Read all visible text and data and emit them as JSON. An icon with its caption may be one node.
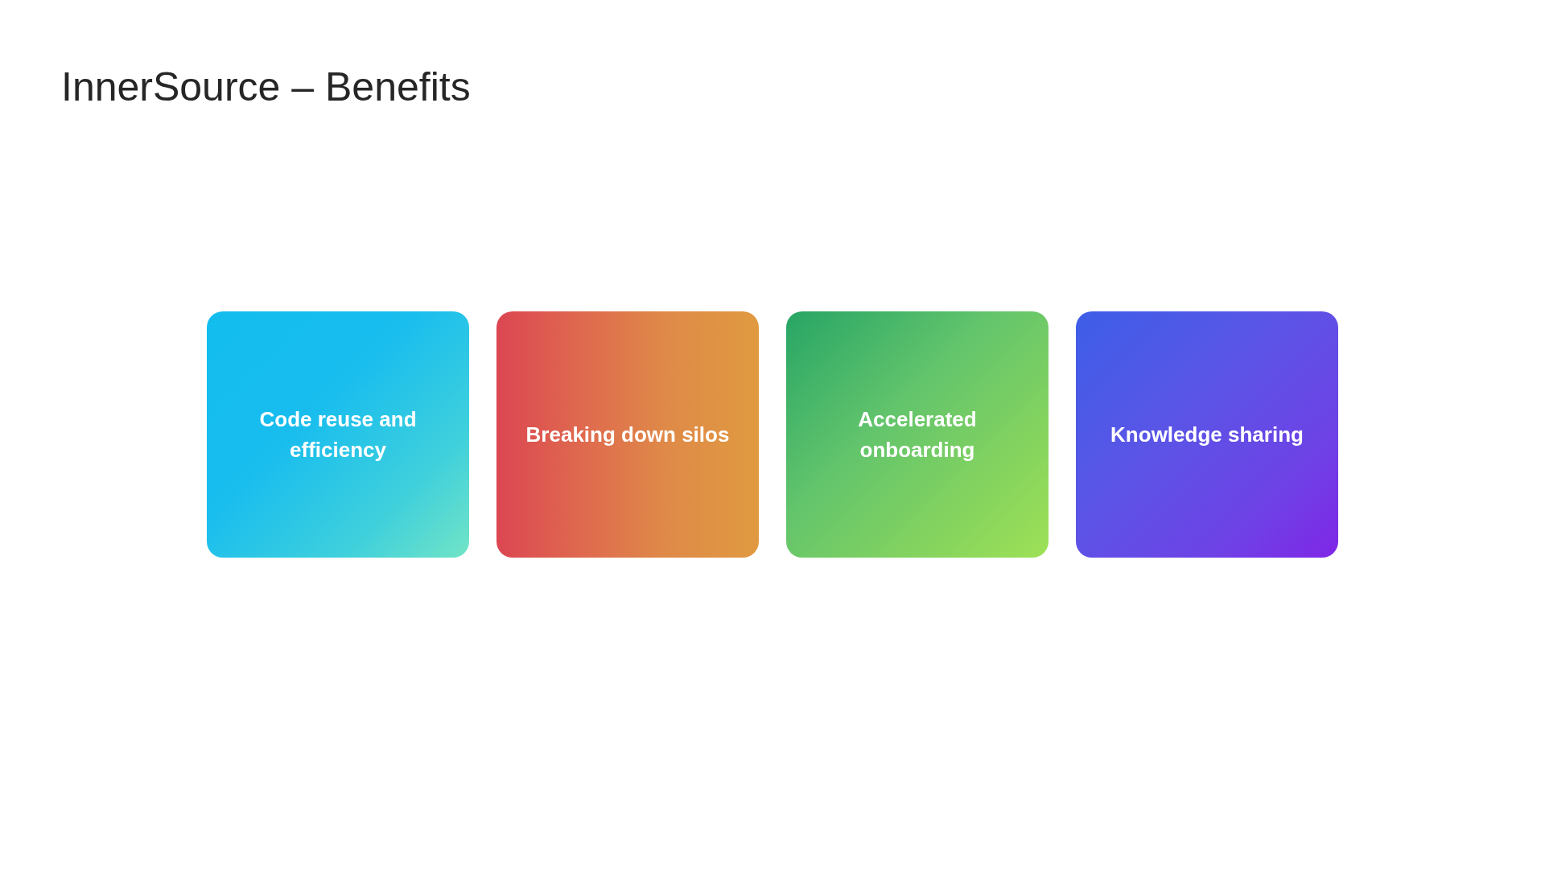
{
  "diagram": {
    "title": "InnerSource – Benefits",
    "nodes": [
      {
        "text": [
          "Code reuse and efficiency"
        ]
      },
      {
        "text": [
          "Breaking down silos"
        ]
      },
      {
        "text": [
          "Accelerated onboarding"
        ]
      },
      {
        "text": [
          "Knowledge sharing"
        ]
      }
    ]
  }
}
